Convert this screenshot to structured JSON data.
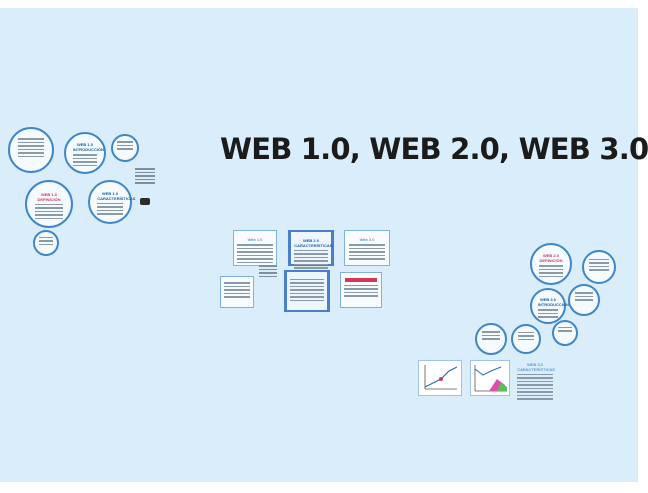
{
  "slide": {
    "title": "WEB 1.0, WEB 2.0, WEB 3.0",
    "background": "#d9eefa",
    "accent": "#3f86c9",
    "highlight": "#d0395b"
  },
  "left_cluster": {
    "circle_b_caption": "WEB 1.0 INTRODUCCIÓN",
    "circle_c_caption": "WEB 1.0 DEFINICIÓN",
    "circle_d_caption": "WEB 1.0 CARACTERÍSTICAS"
  },
  "middle_cluster": {
    "card_1_caption": "Web 1.0",
    "bracket_1_caption": "WEB 2.0 CARACTERÍSTICAS",
    "card_3_caption": "Web 3.0"
  },
  "right_cluster": {
    "circle_a_caption": "WEB 2.0 DEFINICIÓN",
    "circle_e_caption": "WEB 3.0 INTRODUCCIÓN",
    "card_caption": "WEB 3.0 CARACTERÍSTICAS"
  }
}
